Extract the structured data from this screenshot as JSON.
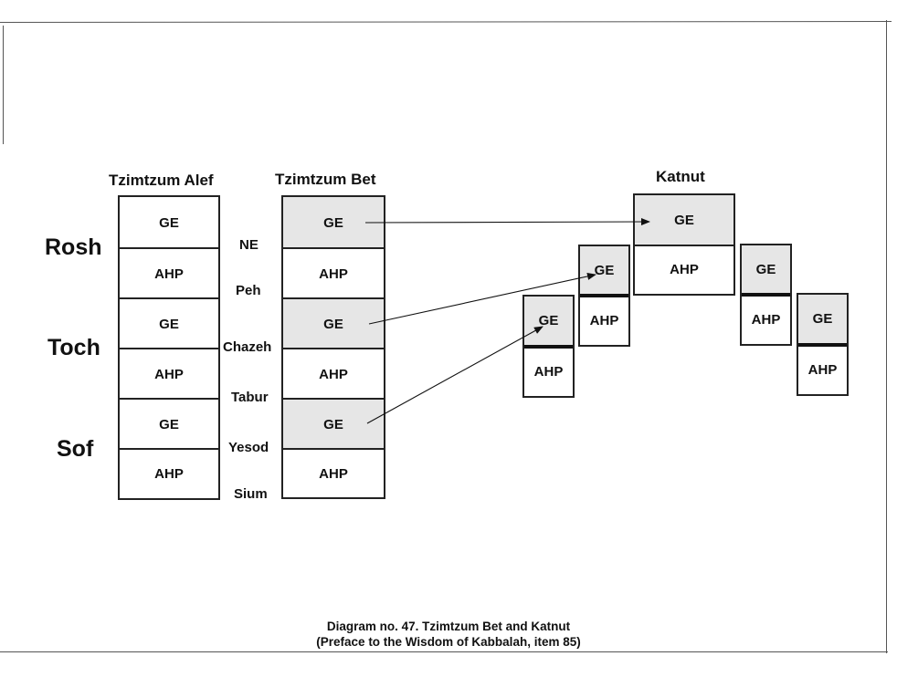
{
  "columns": {
    "alef_title": "Tzimtzum Alef",
    "bet_title": "Tzimtzum Bet",
    "katnut_title": "Katnut"
  },
  "rows": {
    "rosh": "Rosh",
    "toch": "Toch",
    "sof": "Sof"
  },
  "levels": {
    "ne": "NE",
    "peh": "Peh",
    "chazeh": "Chazeh",
    "tabur": "Tabur",
    "yesod": "Yesod",
    "sium": "Sium"
  },
  "cells": {
    "ge": "GE",
    "ahp": "AHP"
  },
  "caption": {
    "line1": "Diagram no. 47. Tzimtzum Bet and Katnut",
    "line2": "(Preface to the Wisdom of Kabbalah, item 85)"
  }
}
